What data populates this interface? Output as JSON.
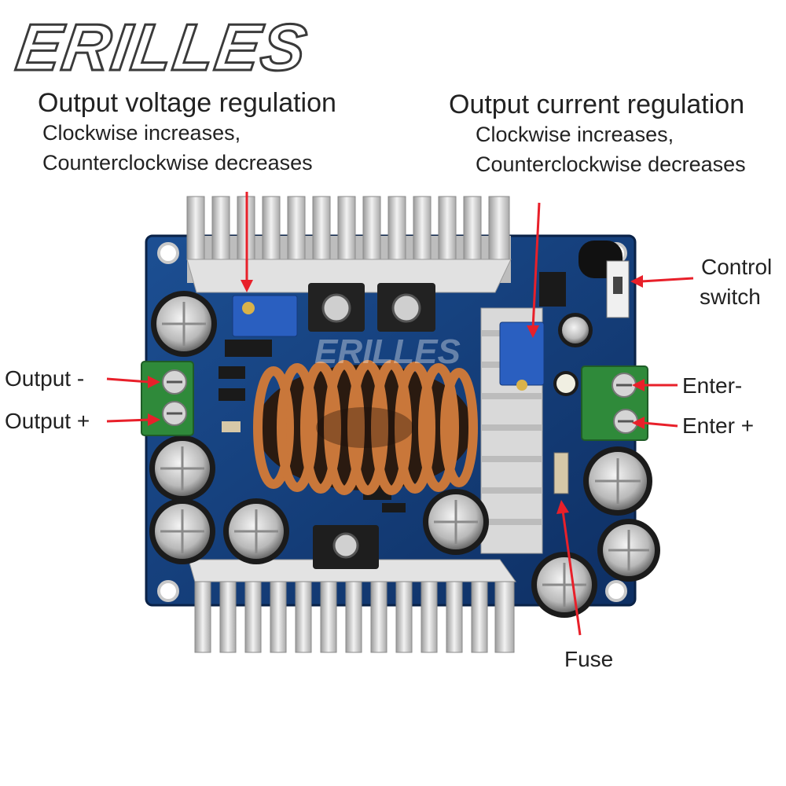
{
  "brand": {
    "logo_text": "ERILLES",
    "watermark_text": "ERILLES"
  },
  "annotations": {
    "voltage": {
      "title": "Output voltage regulation",
      "line1": "Clockwise increases,",
      "line2": "Counterclockwise decreases"
    },
    "current": {
      "title": "Output current regulation",
      "line1": "Clockwise increases,",
      "line2": "Counterclockwise decreases"
    },
    "control_switch": {
      "line1": "Control",
      "line2": "switch"
    },
    "output_minus": "Output -",
    "output_plus": "Output +",
    "enter_minus": "Enter-",
    "enter_plus": "Enter +",
    "fuse": "Fuse"
  },
  "colors": {
    "arrow": "#e8202a",
    "pcb": "#123c78",
    "heatsink": "#d4d4d4",
    "copper": "#c9773a",
    "terminal": "#2f8a3a"
  }
}
